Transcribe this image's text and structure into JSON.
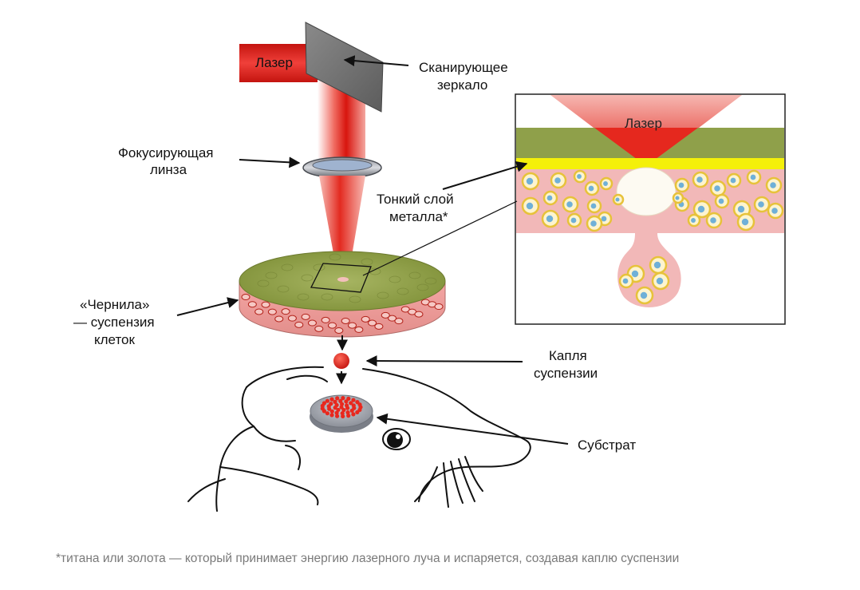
{
  "labels": {
    "laser": "Лазер",
    "mirror_1": "Сканирующее",
    "mirror_2": "зеркало",
    "lens_1": "Фокусирующая",
    "lens_2": "линза",
    "metal_1": "Тонкий слой",
    "metal_2": "металла*",
    "ink_1": "«Чернила»",
    "ink_2": "— суспензия",
    "ink_3": "клеток",
    "drop_1": "Капля",
    "drop_2": "суспензии",
    "substrate": "Субстрат",
    "inset_laser": "Лазер"
  },
  "footnote": "*титана или золота — который принимает энергию лазерного луча и испаряется, создавая каплю суспензии",
  "colors": {
    "laser": "#e8281e",
    "metal": "#f4f00a",
    "top_layer": "#8fa04a",
    "suspension": "#f2b8b8",
    "cell_ring": "#e7c23a",
    "cell_core": "#6fb0d8",
    "arrow": "#111111"
  }
}
